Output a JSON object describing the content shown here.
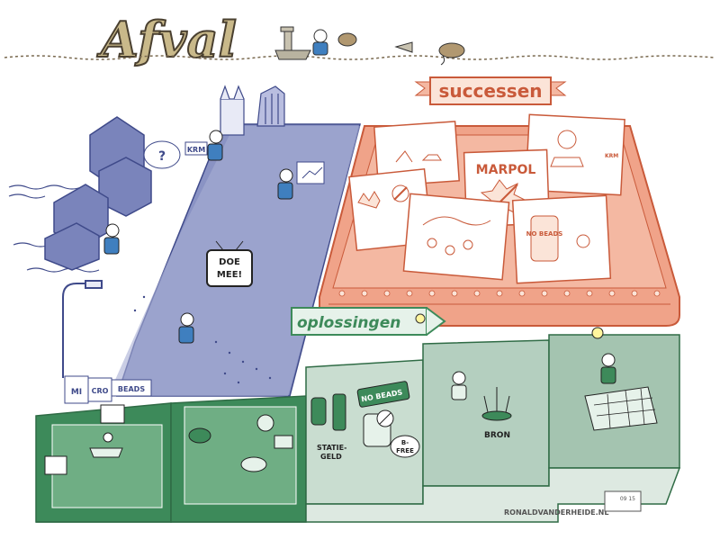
{
  "header": {
    "title": "Afval"
  },
  "successes": {
    "label": "successen",
    "cards": {
      "marpol": "MARPOL",
      "no_beads": "NO BEADS",
      "krm": "KRM"
    }
  },
  "solutions": {
    "label": "oplossingen",
    "statiegeld_1": "STATIE-",
    "statiegeld_2": "GELD",
    "no_beads_tube": "NO BEADS",
    "b_free_1": "B-",
    "b_free_2": "FREE",
    "bron": "BRON"
  },
  "shore": {
    "sign_krm": "KRM",
    "doe_mee_1": "DOE",
    "doe_mee_2": "MEE!",
    "micro_1": "MI",
    "micro_2": "CRO",
    "micro_3": "BEADS"
  },
  "credit": {
    "website": "RONALDVANDERHEIDE.NL",
    "date": "09 15"
  },
  "colors": {
    "title_fill": "#c9b98a",
    "title_stroke": "#4a4030",
    "blue": "#6f7bb8",
    "blue_dark": "#3f4a8a",
    "red": "#e07a5f",
    "red_light": "#f2b9a4",
    "green_dark": "#3d8a5a",
    "green_mid": "#8fb8a0",
    "green_light": "#c9ddd0"
  }
}
